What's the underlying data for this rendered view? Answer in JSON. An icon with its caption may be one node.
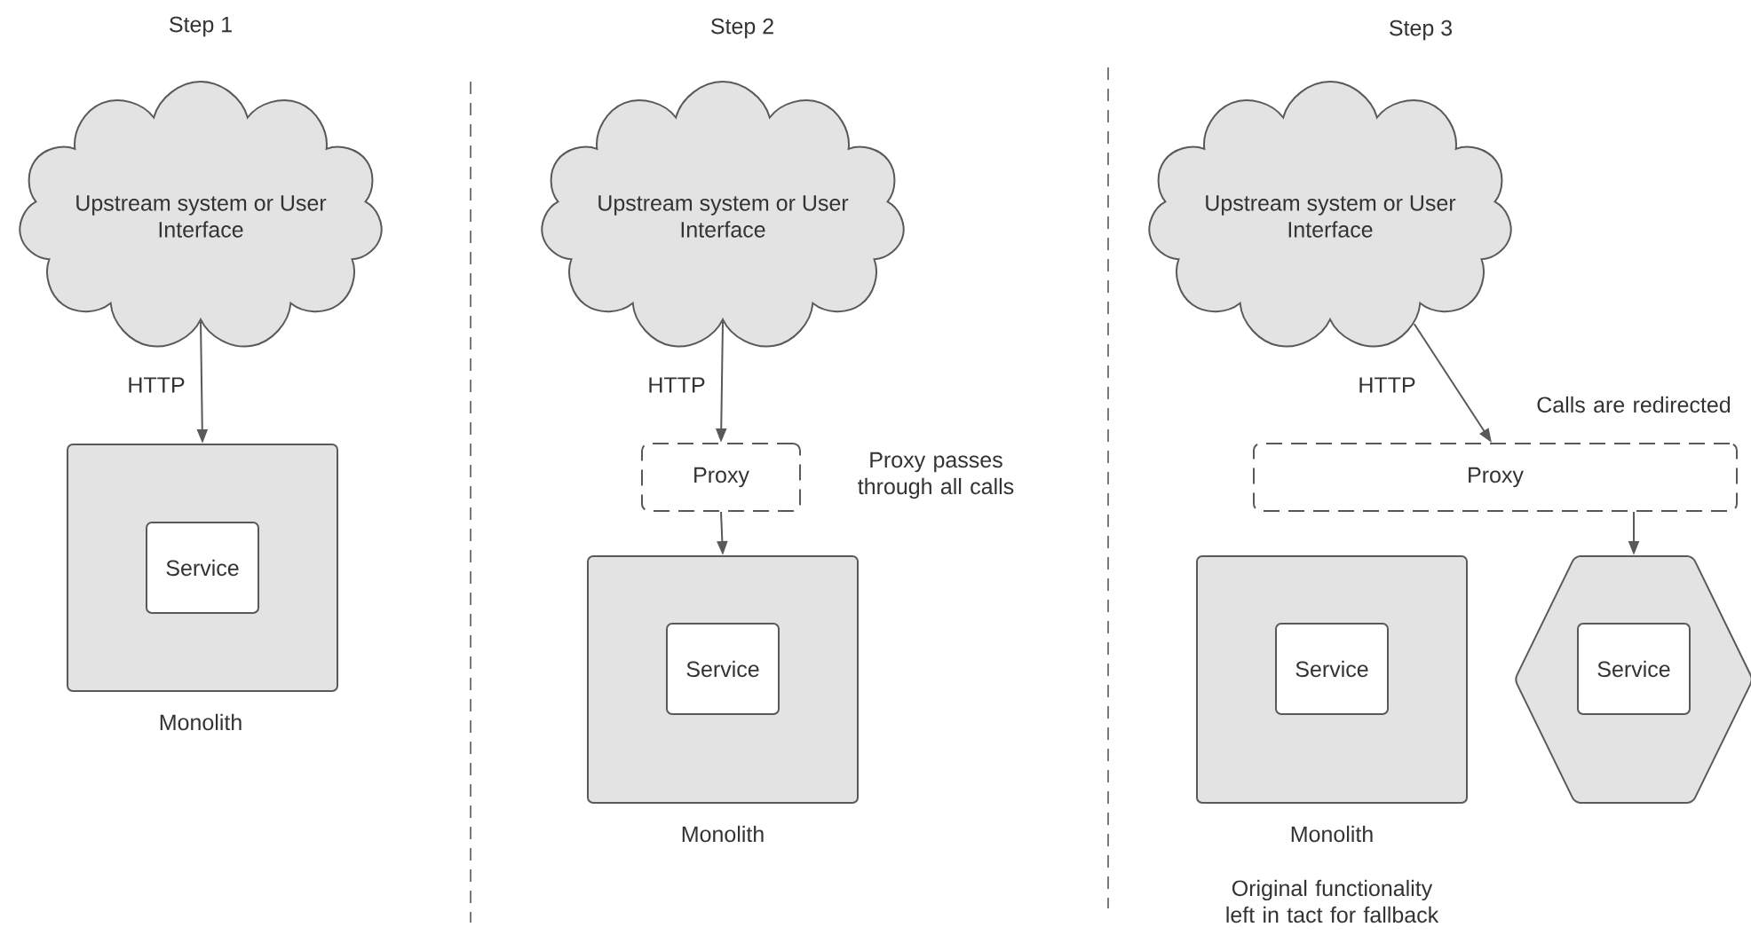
{
  "diagram": {
    "nodes": [
      {
        "text": [
          "Upstream system or User Interface"
        ]
      },
      {
        "text": [],
        "shape": "box",
        "beside": [
          "Monolith"
        ]
      },
      {
        "text": [
          "Service"
        ],
        "in": 1
      },
      {
        "text": [
          "Upstream system or User Interface"
        ]
      },
      {
        "text": [
          "Proxy"
        ],
        "beside": [
          "Proxy passes through all calls"
        ]
      },
      {
        "text": [],
        "shape": "box",
        "beside": [
          "Monolith"
        ]
      },
      {
        "text": [
          "Service"
        ],
        "in": 5
      },
      {
        "text": [
          "Upstream system or User Interface"
        ]
      },
      {
        "text": [
          "Proxy"
        ],
        "beside": [
          "Calls are redirected"
        ]
      },
      {
        "text": [],
        "shape": "box",
        "beside": [
          "Monolith",
          "Original functionality left in tact for fallback"
        ]
      },
      {
        "text": [
          "Service"
        ],
        "in": 9
      },
      {
        "text": [],
        "shape": "hexagon"
      },
      {
        "text": [
          "Service"
        ],
        "in": 11
      }
    ],
    "edges": [
      {
        "from": 0,
        "to": 1,
        "arrow": "to",
        "label": "HTTP"
      },
      {
        "from": 3,
        "to": 4,
        "arrow": "to",
        "label": "HTTP"
      },
      {
        "from": 4,
        "to": 5,
        "arrow": "to"
      },
      {
        "from": 7,
        "to": 8,
        "arrow": "to",
        "label": "HTTP"
      },
      {
        "from": 8,
        "to": 11,
        "arrow": "to"
      }
    ],
    "labels": [
      "Step 1",
      "Step 2",
      "Step 3"
    ]
  }
}
